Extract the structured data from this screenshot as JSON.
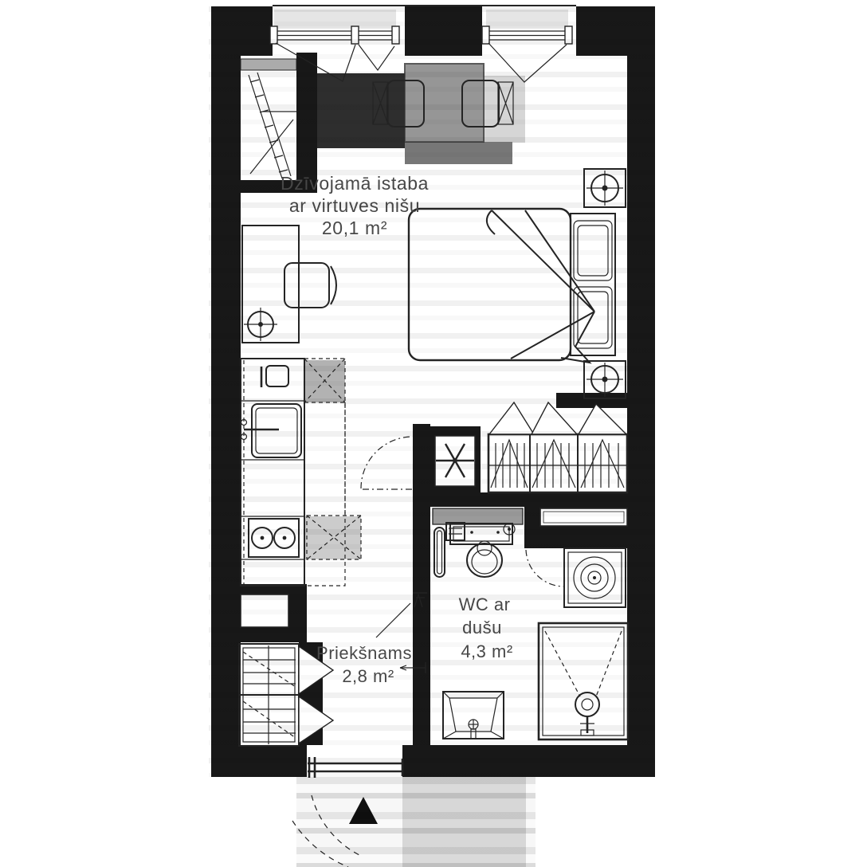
{
  "plan": {
    "rooms": [
      {
        "key": "living",
        "name_lines": [
          "Dzīvojamā istaba",
          "ar virtuves nišu"
        ],
        "area": "20,1 m²"
      },
      {
        "key": "wc",
        "name_lines": [
          "WC ar",
          "dušu"
        ],
        "area": "4,3 m²"
      },
      {
        "key": "hallway",
        "name_lines": [
          "Priekšnams"
        ],
        "area": "2,8 m²"
      }
    ],
    "colors": {
      "wall": "#181818",
      "line": "#242424",
      "label": "#484848",
      "floor": "#ffffff",
      "artifact_dark": "#2e2e2e",
      "artifact_mid": "#4a4a4a"
    },
    "symbols": {
      "entrance_marker": "filled-triangle-up",
      "vent_shaft": "asterisk-star",
      "radiator": "circle-crosshair",
      "washing_machine": "spiral-drum",
      "shower_head": "concentric-circles",
      "wardrobe_doors": "triangle-pennants",
      "upper_cabinets": "dashed-x-box",
      "door_swing": "dashed-quarter-arc",
      "drying_rack": "diagonal-ladder"
    }
  }
}
